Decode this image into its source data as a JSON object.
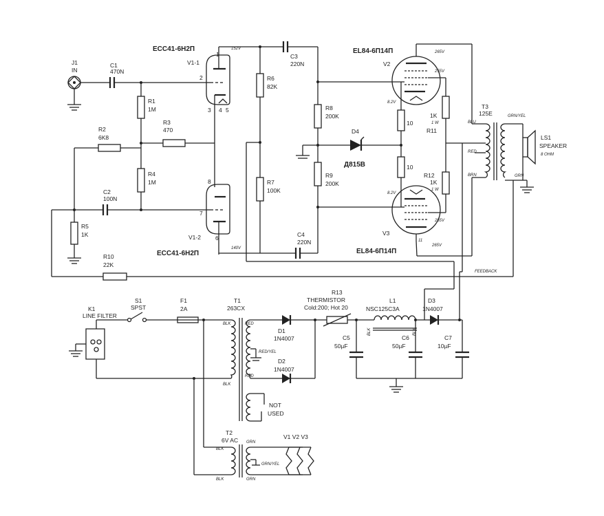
{
  "tubes": {
    "v1_top_type": "ECC41-6Н2П",
    "v1_bottom_type": "ECC41-6Н2П",
    "v2_type": "EL84-6П14П",
    "v3_type": "EL84-6П14П",
    "v1_1": "V1-1",
    "v1_2": "V1-2",
    "v2": "V2",
    "v3": "V3"
  },
  "input": {
    "j1_ref": "J1",
    "j1_label": "IN"
  },
  "caps": {
    "c1_ref": "C1",
    "c1_val": "470N",
    "c2_ref": "C2",
    "c2_val": "100N",
    "c3_ref": "C3",
    "c3_val": "220N",
    "c4_ref": "C4",
    "c4_val": "220N",
    "c5_ref": "C5",
    "c5_val": "50µF",
    "c6_ref": "C6",
    "c6_val": "50µF",
    "c7_ref": "C7",
    "c7_val": "10µF"
  },
  "resistors": {
    "r1_ref": "R1",
    "r1_val": "1M",
    "r2_ref": "R2",
    "r2_val": "6K8",
    "r3_ref": "R3",
    "r3_val": "470",
    "r4_ref": "R4",
    "r4_val": "1M",
    "r5_ref": "R5",
    "r5_val": "1K",
    "r6_ref": "R6",
    "r6_val": "82K",
    "r7_ref": "R7",
    "r7_val": "100K",
    "r8_ref": "R8",
    "r8_val": "200K",
    "r9_ref": "R9",
    "r9_val": "200K",
    "r10_ref": "R10",
    "r10_val": "22K",
    "r11_ref": "R11",
    "r11_val": "1K",
    "r11_w": "1 W",
    "r12_ref": "R12",
    "r12_val": "1K",
    "r12_w": "1 W",
    "r_grid_val": "10"
  },
  "diode_d4": {
    "ref": "D4",
    "part": "Д815В"
  },
  "voltages": {
    "v152": "152V",
    "v140": "140V",
    "v265": "265V",
    "v255": "255V",
    "v265b": "265V",
    "v255b": "255V",
    "v82": "8.2V",
    "v82b": "8.2V"
  },
  "pins": {
    "p1": "1",
    "p2": "2",
    "p3": "3",
    "p4": "4",
    "p5": "5",
    "p6": "6",
    "p7": "7",
    "p8": "8",
    "p11": "11"
  },
  "output": {
    "t3_ref": "T3",
    "t3_part": "125E",
    "grn_yel": "GRN/YEL",
    "blu": "BLU",
    "red": "RED",
    "brn": "BRN",
    "grn": "GRN",
    "ls1_ref": "LS1",
    "ls1_label": "SPEAKER",
    "ls1_ohm": "8 OHM",
    "feedback": "FEEDBACK"
  },
  "power": {
    "k1_ref": "K1",
    "k1_label": "LINE FILTER",
    "s1_ref": "S1",
    "s1_label": "SPST",
    "f1_ref": "F1",
    "f1_val": "2A",
    "t1_ref": "T1",
    "t1_part": "263CX",
    "blk": "BLK",
    "red": "RED",
    "red_yel": "RED/YEL",
    "red2": "RED",
    "blk2": "BLK",
    "d1_ref": "D1",
    "d1_part": "1N4007",
    "d2_ref": "D2",
    "d2_part": "1N4007",
    "not_used_1": "NOT",
    "not_used_2": "USED",
    "r13_ref": "R13",
    "r13_label": "THERMISTOR",
    "r13_val": "Cold:200; Hot 20",
    "l1_ref": "L1",
    "l1_part": "NSC125C3A",
    "l1_blk": "BLK",
    "l1_blk2": "BLK",
    "d3_ref": "D3",
    "d3_part": "1N4007",
    "t2_ref": "T2",
    "t2_val": "6V AC",
    "t2_blk": "BLK",
    "t2_blk2": "BLK",
    "t2_grn": "GRN",
    "t2_grnyel": "GRN/YEL",
    "t2_grn2": "GRN",
    "heater_label": "V1  V2 V3"
  }
}
